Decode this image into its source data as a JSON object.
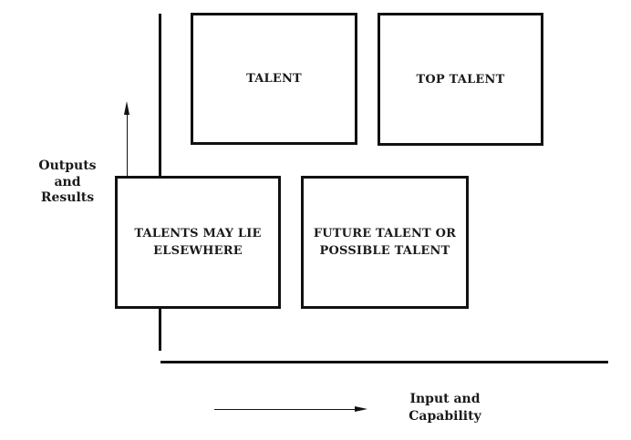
{
  "diagram": {
    "type": "2x2-matrix",
    "boxes": [
      {
        "label": "TALENT"
      },
      {
        "label": "TOP TALENT"
      },
      {
        "label": "TALENTS MAY LIE\nELSEWHERE"
      },
      {
        "label": "FUTURE TALENT OR\nPOSSIBLE TALENT"
      }
    ],
    "y_axis": {
      "label": "Outputs\nand\nResults"
    },
    "x_axis": {
      "label": "Input and\nCapability"
    },
    "colors": {
      "line": "#111111",
      "text": "#1a1a1a",
      "box_fill": "#ffffff",
      "background": "#ffffff"
    }
  }
}
